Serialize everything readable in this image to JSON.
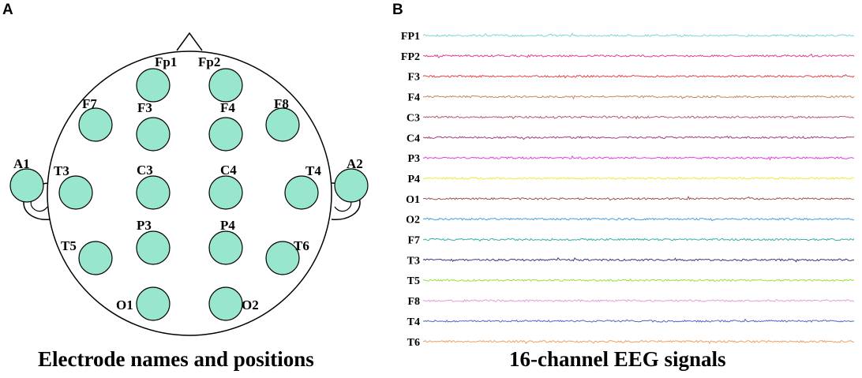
{
  "panel_a": {
    "letter": "A",
    "caption": "Electrode names and positions",
    "electrode_fill": "#99e6cf",
    "electrodes": [
      {
        "name": "Fp1"
      },
      {
        "name": "Fp2"
      },
      {
        "name": "F7"
      },
      {
        "name": "F3"
      },
      {
        "name": "F4"
      },
      {
        "name": "F8"
      },
      {
        "name": "A1"
      },
      {
        "name": "T3"
      },
      {
        "name": "C3"
      },
      {
        "name": "C4"
      },
      {
        "name": "T4"
      },
      {
        "name": "A2"
      },
      {
        "name": "T5"
      },
      {
        "name": "P3"
      },
      {
        "name": "P4"
      },
      {
        "name": "T6"
      },
      {
        "name": "O1"
      },
      {
        "name": "O2"
      }
    ]
  },
  "panel_b": {
    "letter": "B",
    "caption": "16-channel EEG signals",
    "channels": [
      {
        "name": "FP1",
        "color": "#7fd6d6"
      },
      {
        "name": "FP2",
        "color": "#e0408c"
      },
      {
        "name": "F3",
        "color": "#e04848"
      },
      {
        "name": "F4",
        "color": "#c8865a"
      },
      {
        "name": "C3",
        "color": "#b85a6a"
      },
      {
        "name": "C4",
        "color": "#a0407a"
      },
      {
        "name": "P3",
        "color": "#e040e0"
      },
      {
        "name": "P4",
        "color": "#ecec40"
      },
      {
        "name": "O1",
        "color": "#a05050"
      },
      {
        "name": "O2",
        "color": "#4aa0e0"
      },
      {
        "name": "F7",
        "color": "#38b0a8"
      },
      {
        "name": "T3",
        "color": "#403880"
      },
      {
        "name": "T5",
        "color": "#98e040"
      },
      {
        "name": "F8",
        "color": "#e0a0e0"
      },
      {
        "name": "T4",
        "color": "#5068c0"
      },
      {
        "name": "T6",
        "color": "#f0a060"
      }
    ]
  }
}
